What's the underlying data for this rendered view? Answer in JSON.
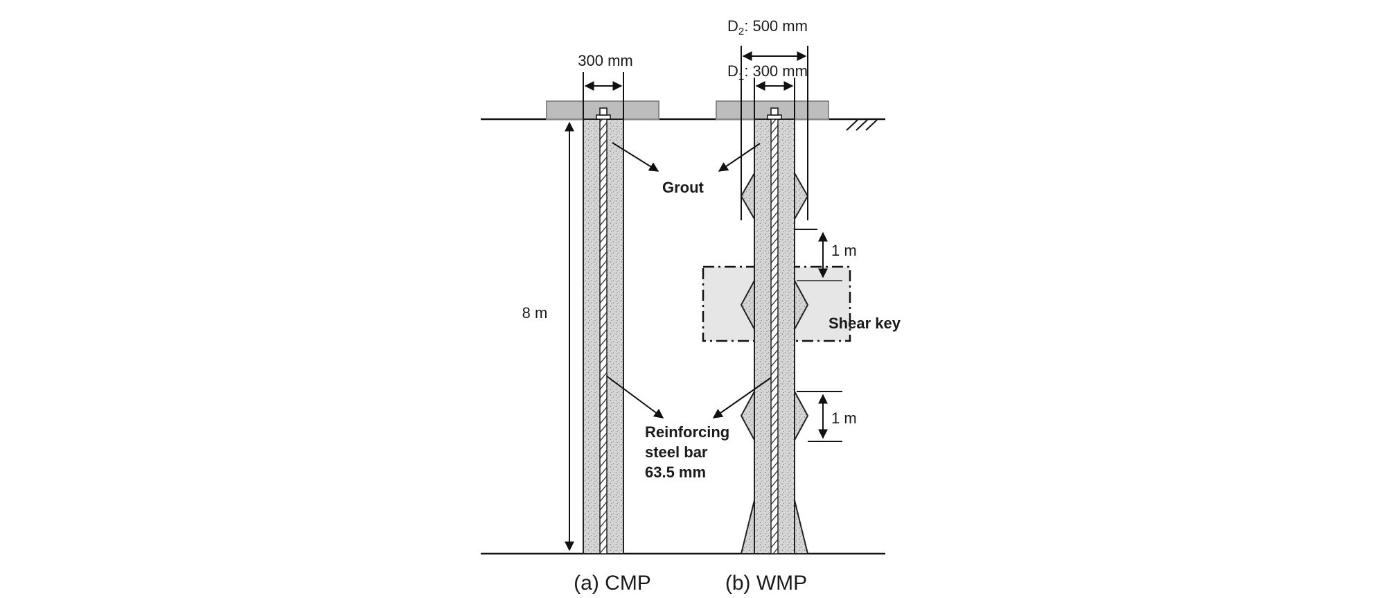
{
  "labels": {
    "cmp_width": "300 mm",
    "d2_prefix": "D",
    "d2_sub": "2",
    "d2_value": ": 500 mm",
    "d1_prefix": "D",
    "d1_sub": "1",
    "d1_value": ": 300 mm",
    "grout": "Grout",
    "length": "8 m",
    "key_spacing_top": "1 m",
    "key_spacing_bottom": "1 m",
    "shear_key": "Shear key",
    "rebar_line1": "Reinforcing",
    "rebar_line2": "steel bar",
    "rebar_line3": "63.5 mm"
  },
  "captions": {
    "cmp": "(a) CMP",
    "wmp": "(b) WMP"
  }
}
